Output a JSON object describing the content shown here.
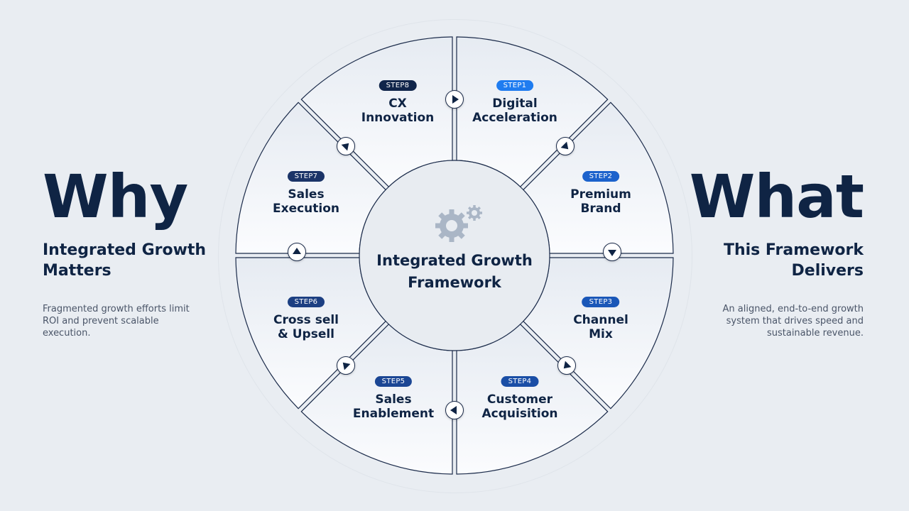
{
  "left": {
    "heading": "Why",
    "subtitle": "Integrated Growth Matters",
    "body": "Fragmented growth efforts limit ROI and prevent scalable execution."
  },
  "right": {
    "heading": "What",
    "subtitle": "This Framework Delivers",
    "body": "An aligned, end-to-end growth system that drives speed and sustainable revenue."
  },
  "center": {
    "title_line1": "Integrated Growth",
    "title_line2": "Framework",
    "icon": "gears-icon"
  },
  "steps": [
    {
      "badge": "STEP1",
      "line1": "Digital",
      "line2": "Acceleration",
      "color": "#1f7cf0"
    },
    {
      "badge": "STEP2",
      "line1": "Premium",
      "line2": "Brand",
      "color": "#1c62cc"
    },
    {
      "badge": "STEP3",
      "line1": "Channel",
      "line2": "Mix",
      "color": "#1a57b8"
    },
    {
      "badge": "STEP4",
      "line1": "Customer",
      "line2": "Acquisition",
      "color": "#1a4ea6"
    },
    {
      "badge": "STEP5",
      "line1": "Sales",
      "line2": "Enablement",
      "color": "#1b4694"
    },
    {
      "badge": "STEP6",
      "line1": "Cross sell",
      "line2": "& Upsell",
      "color": "#1c3f82"
    },
    {
      "badge": "STEP7",
      "line1": "Sales",
      "line2": "Execution",
      "color": "#1b3468"
    },
    {
      "badge": "STEP8",
      "line1": "CX",
      "line2": "Innovation",
      "color": "#10254a"
    }
  ],
  "arrow_icon": "arrow-right-icon"
}
